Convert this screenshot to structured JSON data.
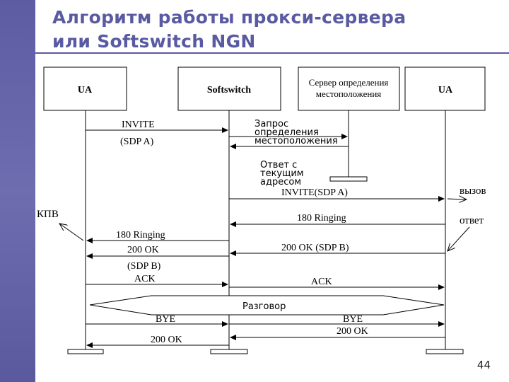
{
  "slide": {
    "title_line1": "Алгоритм работы прокси-сервера",
    "title_line2": "или Softswitch NGN",
    "page_number": "44"
  },
  "entities": {
    "ua_left": "UA",
    "softswitch": "Softswitch",
    "location_server_line1": "Сервер определения",
    "location_server_line2": "местоположения",
    "ua_right": "UA"
  },
  "messages": {
    "invite": "INVITE",
    "invite_sdp": "(SDP A)",
    "location_request_1": "Запрос",
    "location_request_2": "определения",
    "location_request_3": "местоположения",
    "location_reply_1": "Ответ с",
    "location_reply_2": "текущим",
    "location_reply_3": "адресом",
    "invite_sdp_a": "INVITE(SDP A)",
    "ringing_right": "180 Ringing",
    "ringing_left": "180 Ringing",
    "ok_left": "200 OK",
    "sdp_b_left": "(SDP B)",
    "ok_sdp_b_right": "200 OK (SDP B)",
    "ack_left": "ACK",
    "ack_right": "ACK",
    "conversation": "Разговор",
    "bye_left": "BYE",
    "bye_right": "BYE",
    "ok_final_left": "200 OK",
    "ok_final_right": "200 OK"
  },
  "notes": {
    "kpv": "КПВ",
    "call": "вызов",
    "answer": "ответ"
  }
}
